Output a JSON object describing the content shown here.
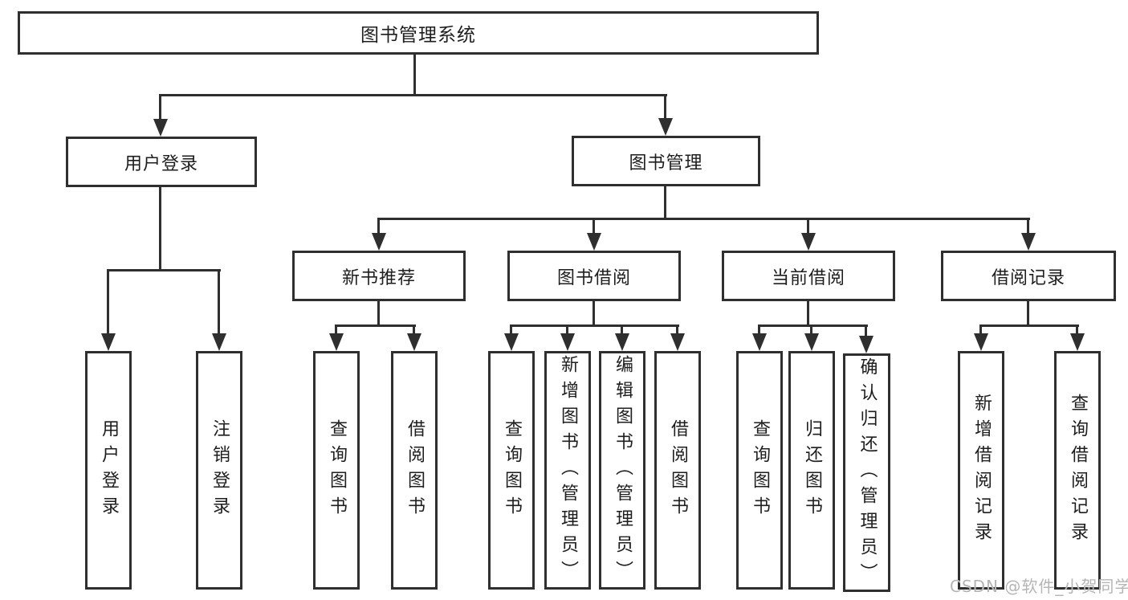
{
  "colors": {
    "line": "#2f2f2f",
    "text": "#1e1e1e",
    "watermark": "#b5b5b5",
    "background": "#ffffff"
  },
  "diagram": {
    "root": {
      "label": "图书管理系统"
    },
    "branches": [
      {
        "label": "用户登录",
        "children": [
          {
            "label": "用户登录"
          },
          {
            "label": "注销登录"
          }
        ]
      },
      {
        "label": "图书管理",
        "children": [
          {
            "label": "新书推荐",
            "children": [
              {
                "label": "查询图书"
              },
              {
                "label": "借阅图书"
              }
            ]
          },
          {
            "label": "图书借阅",
            "children": [
              {
                "label": "查询图书"
              },
              {
                "label": "新增图书（管理员）"
              },
              {
                "label": "编辑图书（管理员）"
              },
              {
                "label": "借阅图书"
              }
            ]
          },
          {
            "label": "当前借阅",
            "children": [
              {
                "label": "查询图书"
              },
              {
                "label": "归还图书"
              },
              {
                "label": "确认归还（管理员）"
              }
            ]
          },
          {
            "label": "借阅记录",
            "children": [
              {
                "label": "新增借阅记录"
              },
              {
                "label": "查询借阅记录"
              }
            ]
          }
        ]
      }
    ]
  },
  "watermark": {
    "text": "CSDN @软件_小贺同学"
  }
}
